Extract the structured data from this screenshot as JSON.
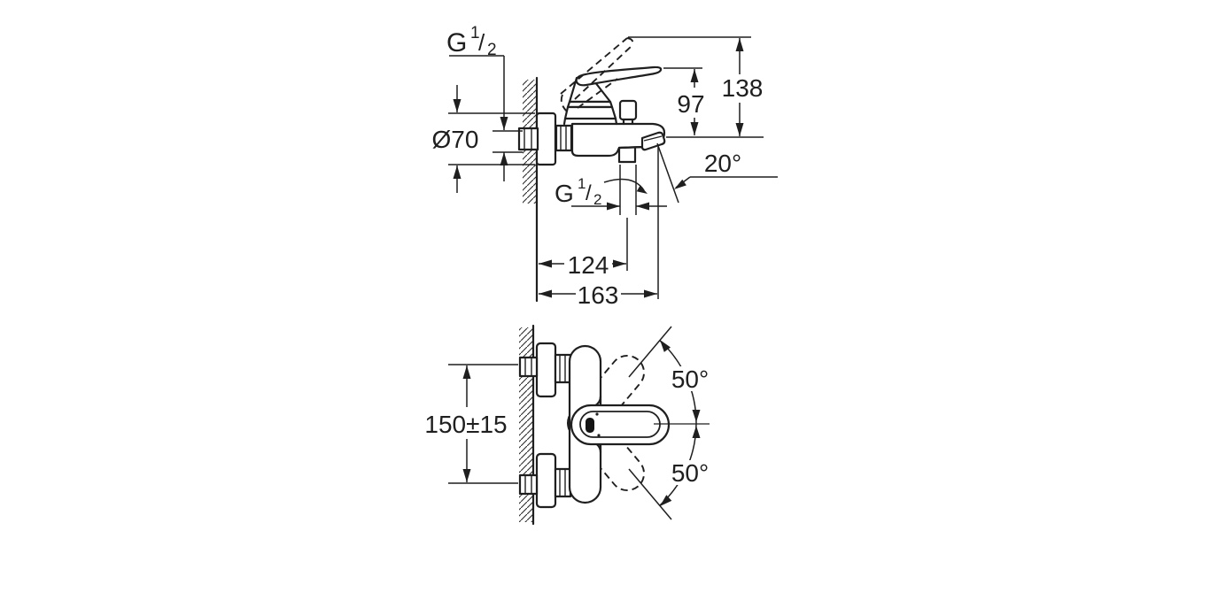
{
  "colors": {
    "line": "#1f1f1f",
    "background": "#ffffff"
  },
  "top_view": {
    "thread_top": {
      "g": "G",
      "numerator": "1",
      "slash": "/",
      "denominator": "2"
    },
    "escutcheon_diameter": "Ø70",
    "handle_height": "97",
    "handle_raised_height": "138",
    "spout_angle": "20°",
    "thread_outlet": {
      "g": "G",
      "numerator": "1",
      "slash": "/",
      "denominator": "2"
    },
    "spout_reach": "124",
    "total_projection": "163"
  },
  "front_view": {
    "connection_spacing": "150±15",
    "swivel_angle_up": "50°",
    "swivel_angle_down": "50°"
  }
}
